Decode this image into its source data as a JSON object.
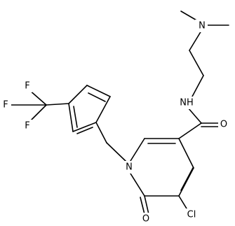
{
  "labels": {
    "n_dimethyl": "N",
    "nh_amide": "NH",
    "n_ring": "N",
    "o_carbonyl": "O",
    "o_ring": "O",
    "cl": "Cl",
    "f_top": "F",
    "f_left": "F",
    "f_bottom": "F"
  },
  "colors": {
    "bond": "#000000",
    "background": "#ffffff"
  }
}
